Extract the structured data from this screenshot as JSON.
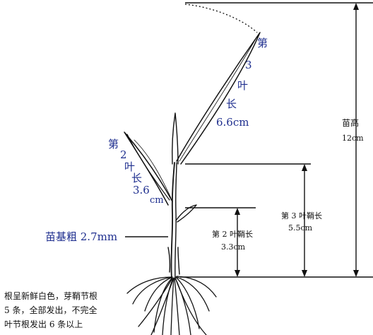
{
  "labels": {
    "leaf3": [
      "第",
      "3",
      "叶",
      "长",
      "6.6cm"
    ],
    "leaf2": [
      "第",
      "2",
      "叶",
      "长",
      "3.6",
      "cm"
    ],
    "base_thickness": "苗基粗 2.7mm",
    "seedling_height": [
      "苗高",
      "12cm"
    ],
    "sheath3": [
      "第 3 叶鞘长",
      "5.5cm"
    ],
    "sheath2": [
      "第 2 叶鞘长",
      "3.3cm"
    ],
    "roots": [
      "根呈新鲜白色，芽鞘节根",
      "5 条，全部发出，不完全",
      "叶节根发出 6 条以上"
    ]
  },
  "colors": {
    "label_blue": "#1f2f8f",
    "ink": "#111111",
    "background": "#ffffff"
  }
}
